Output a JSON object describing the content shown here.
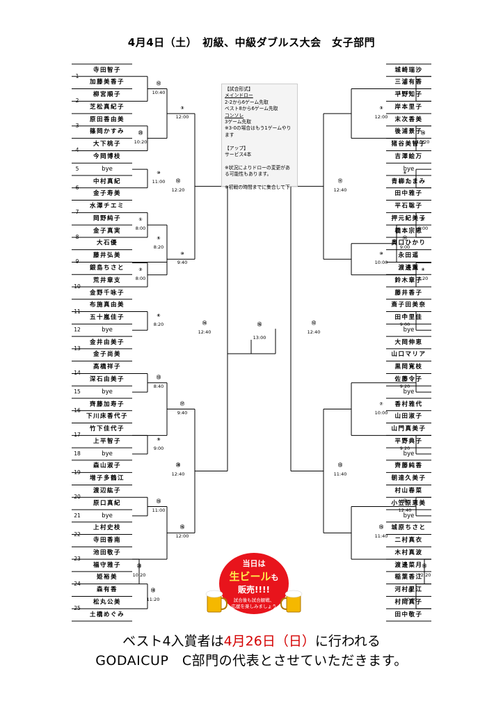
{
  "title": "4月4日（土）　初級、中級ダブルス大会　女子部門",
  "format": {
    "lines": [
      {
        "t": "【試合形式】",
        "u": false
      },
      {
        "t": "メインドロー",
        "u": true
      },
      {
        "t": "2-2から6ゲーム先取",
        "u": false
      },
      {
        "t": "ベスト8から6ゲーム先取",
        "u": false
      },
      {
        "t": "コンソレ",
        "u": true
      },
      {
        "t": "3ゲーム先取",
        "u": false
      },
      {
        "t": "※3-0の場合はもう1ゲームやります",
        "u": false
      },
      {
        "t": "",
        "u": false
      },
      {
        "t": "【アップ】",
        "u": false
      },
      {
        "t": "サービス4本",
        "u": false
      },
      {
        "t": "",
        "u": false
      },
      {
        "t": "※状況によりドローの変更がある可能性もあります。",
        "u": false
      },
      {
        "t": "",
        "u": false
      },
      {
        "t": "※初戦の時間までに集合して下",
        "u": false
      }
    ]
  },
  "left_players": [
    "寺田智子",
    "加藤美香子",
    "柳宮順子",
    "芝松真紀子",
    "原田香由美",
    "篠岡かすみ",
    "大下桃子",
    "今岡博枝",
    "bye",
    "中村真紀",
    "金子寿美",
    "水澤チエミ",
    "岡野純子",
    "金子真実",
    "大石優",
    "藤井弘美",
    "銀島ちさと",
    "荒井章支",
    "金野千咏子",
    "布施真由美",
    "五十嵐佳子",
    "bye",
    "金井由美子",
    "金子尚美",
    "髙橋祥子",
    "深石由美子",
    "bye",
    "齊藤加寿子",
    "下川床香代子",
    "竹下佳代子",
    "上平智子",
    "bye",
    "森山淑子",
    "増子多鶴江",
    "渡辺紘子",
    "原口真紀",
    "bye",
    "上村史枝",
    "寺田香南",
    "池田敬子",
    "福守雅子",
    "姫裕美",
    "森有香",
    "松丸公美",
    "土橋めぐみ"
  ],
  "right_players": [
    "城崎瑞沙",
    "三浦有香",
    "平野知子",
    "岸本里子",
    "末次香美",
    "後浦景子",
    "猪谷美智子",
    "吉澤絵万",
    "bye",
    "青柳たまみ",
    "田中雅子",
    "平石聡子",
    "押元紀美子",
    "橋本宗恵",
    "奥口ひかり",
    "永田遥",
    "渡邊薫",
    "鈴木章子",
    "藤井香子",
    "斎子田美奈",
    "田中里佳",
    "bye",
    "大岡伸恵",
    "山口マリア",
    "黒岡寛枝",
    "佐藤令子",
    "bye",
    "香村雅代",
    "山田淑子",
    "山門真美子",
    "平野典子",
    "bye",
    "齊藤純香",
    "朝達久美子",
    "村山春菜",
    "小笠原恵美",
    "bye",
    "城原ちさと",
    "二村真衣",
    "木村真波",
    "渡邊菜月",
    "稲葉香江",
    "河村里江",
    "村岡真子",
    "田中敬子"
  ],
  "seed_numbers": [
    "1",
    "2",
    "3",
    "4",
    "5",
    "6",
    "7",
    "8",
    "9",
    "10",
    "11",
    "12",
    "13",
    "14",
    "15",
    "16",
    "17",
    "18",
    "19",
    "20",
    "21",
    "22",
    "23",
    "24",
    "25"
  ],
  "left_matches": [
    {
      "n": "⑫",
      "t": "10:40"
    },
    {
      "n": "㉓",
      "t": "10:20"
    },
    {
      "n": "③",
      "t": "12:00"
    },
    {
      "n": "⑩",
      "t": "11:00"
    },
    {
      "n": "①",
      "t": "8:00"
    },
    {
      "n": "⑤",
      "t": "8:20"
    },
    {
      "n": "②",
      "t": "8:00"
    },
    {
      "n": "⑩",
      "t": "9:40"
    },
    {
      "n": "⑥",
      "t": "8:20"
    },
    {
      "n": "⑫",
      "t": "12:20"
    },
    {
      "n": "⑬",
      "t": "8:40"
    },
    {
      "n": "⑰",
      "t": "9:40"
    },
    {
      "n": "⑨",
      "t": "9:00"
    },
    {
      "n": "⑮",
      "t": "11:00"
    },
    {
      "n": "⑯",
      "t": "12:00"
    },
    {
      "n": "⑳",
      "t": "10:20"
    },
    {
      "n": "⑱",
      "t": "11:20"
    },
    {
      "n": "⑳",
      "t": "12:40"
    },
    {
      "n": "⑭",
      "t": "12:40"
    }
  ],
  "right_matches": [
    {
      "n": "⑤",
      "t": "11:20"
    },
    {
      "n": "⑭",
      "t": "10:20"
    },
    {
      "n": "③",
      "t": "12:00"
    },
    {
      "n": "⑤",
      "t": "11:20"
    },
    {
      "n": "③",
      "t": "8:00"
    },
    {
      "n": "⑪",
      "t": "9:00"
    },
    {
      "n": "④",
      "t": "8:20"
    },
    {
      "n": "⑩",
      "t": "10:00"
    },
    {
      "n": "⑦",
      "t": "9:00"
    },
    {
      "n": "⑪",
      "t": "12:40"
    },
    {
      "n": "⑧",
      "t": "9:20"
    },
    {
      "n": "⑦",
      "t": "10:00"
    },
    {
      "n": "⑤",
      "t": "9:20"
    },
    {
      "n": "⑯",
      "t": "12:40"
    },
    {
      "n": "⑮",
      "t": "11:40"
    },
    {
      "n": "⑬",
      "t": "12:20"
    },
    {
      "n": "⑫",
      "t": "10:40"
    },
    {
      "n": "⑬",
      "t": "11:40"
    },
    {
      "n": "⑫",
      "t": "12:40"
    }
  ],
  "final": {
    "n": "⑯",
    "t": "13:00"
  },
  "ad": {
    "line1": "当日は",
    "line2a": "生ビール",
    "line2b": "も",
    "line3": "販売!!!!",
    "line4": "試合後も試合観戦、",
    "line5": "応援を楽しみましょう"
  },
  "footer": {
    "line1_a": "ベスト4入賞者は",
    "line1_b": "4月26日（日）",
    "line1_c": "に行われる",
    "line2": "GODAICUP　C部門の代表とさせていただきます。"
  },
  "colors": {
    "highlight": "#d40000",
    "ad_bg": "#e8141c"
  }
}
